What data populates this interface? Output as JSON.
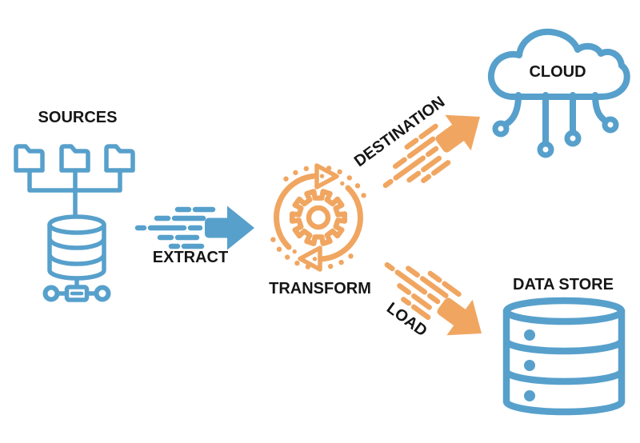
{
  "diagram": {
    "type": "etl-process-flow",
    "nodes": {
      "sources": {
        "label": "SOURCES",
        "icon": "folders-database-icon"
      },
      "transform": {
        "label": "TRANSFORM",
        "icon": "gear-sync-arrows-icon"
      },
      "cloud": {
        "label": "CLOUD",
        "icon": "cloud-network-icon"
      },
      "data_store": {
        "label": "DATA STORE",
        "icon": "database-stack-icon"
      }
    },
    "flows": {
      "extract": {
        "label": "EXTRACT",
        "from": "sources",
        "to": "transform",
        "icon": "speed-arrow-icon"
      },
      "destination": {
        "label": "DESTINATION",
        "from": "transform",
        "to": "cloud",
        "icon": "speed-arrow-icon"
      },
      "load": {
        "label": "LOAD",
        "from": "transform",
        "to": "data_store",
        "icon": "speed-arrow-icon"
      }
    },
    "colors": {
      "source_blue": "#57A0CC",
      "process_orange": "#F0A661",
      "label_black": "#161616",
      "background": "#FFFFFF"
    }
  }
}
